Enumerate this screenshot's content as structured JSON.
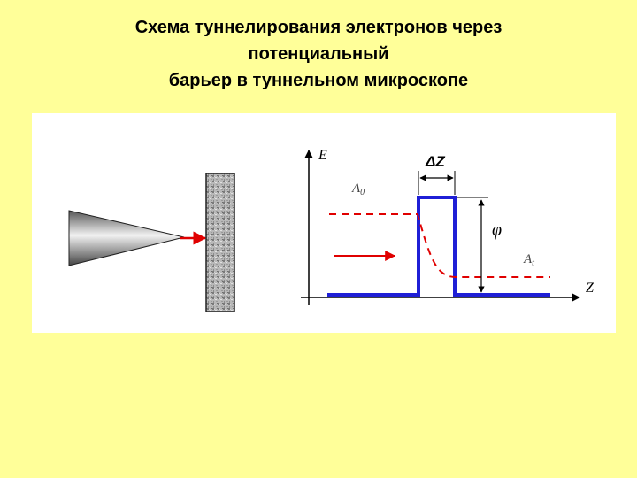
{
  "title": {
    "line1": "Схема туннелирования электронов через",
    "line2": "потенциальный",
    "line3": "барьер в туннельном микроскопе"
  },
  "diagram": {
    "axis_e_label": "E",
    "axis_z_label": "Z",
    "delta_z_label": "ΔZ",
    "a0_label": "A",
    "a0_sub": "0",
    "at_label": "A",
    "at_sub": "t",
    "phi_label": "φ"
  },
  "colors": {
    "background": "#ffff99",
    "barrier": "#1f1fd6",
    "wavefunction": "#e00000",
    "arrow": "#e00000",
    "axis": "#000000"
  }
}
